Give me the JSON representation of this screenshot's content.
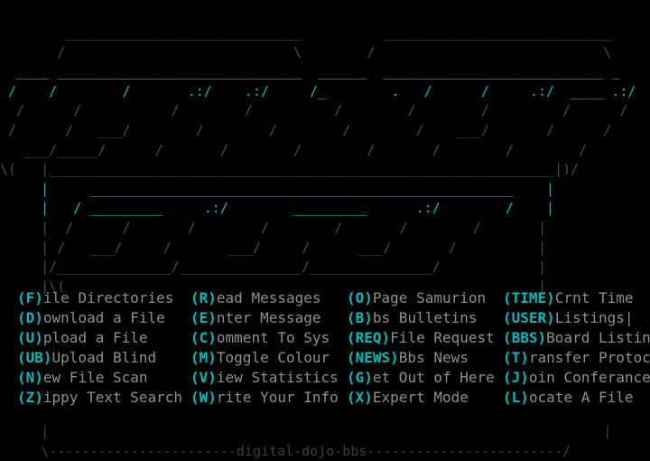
{
  "screen": {
    "title": "digital-dojo-bbs",
    "background": "#000000",
    "accent_color": "#00bcbc",
    "text_color": "#8f8f8f",
    "dim_color": "#4a4a4a"
  },
  "logo": {
    "name": "digital dojo",
    "footer_text": "digital-dojo-bbs",
    "art_lines": [
      {
        "dim": "        _____________________________          ____________________________",
        "cy": ""
      },
      {
        "dim": "       /                            \\        /                            \\",
        "cy": ""
      },
      {
        "dim": "",
        "cy": "  ____|___________________________ ______ ___________________________|____"
      },
      {
        "dim": "",
        "cy": " /    /         /        .:/   .:/  /_      .  /    /     .:/  ____   .:/"
      },
      {
        "dim": "   /    /         /        /     /        /      /    /     /      /",
        "cy": ""
      },
      {
        "dim": "  /    /   ____/        /     /        /     /    /     /  ___/  /",
        "cy": ""
      },
      {
        "dim": " /    /________/      /     /        /     /    /     /       /     /",
        "cy": ""
      }
    ]
  },
  "menu": {
    "columns": 4,
    "rows": [
      [
        {
          "key": "F",
          "label": "ile Directories"
        },
        {
          "key": "R",
          "label": "ead Messages"
        },
        {
          "key": "O",
          "label": "Page Samurion"
        },
        {
          "key": "TIME",
          "label": "Crnt Time"
        }
      ],
      [
        {
          "key": "D",
          "label": "ownload a File"
        },
        {
          "key": "E",
          "label": "nter Message"
        },
        {
          "key": "B",
          "label": "bs Bulletins"
        },
        {
          "key": "USER",
          "label": "Listings|"
        }
      ],
      [
        {
          "key": "U",
          "label": "pload a File"
        },
        {
          "key": "C",
          "label": "omment To Sys"
        },
        {
          "key": "REQ",
          "label": "File Request"
        },
        {
          "key": "BBS",
          "label": "Board Listings"
        }
      ],
      [
        {
          "key": "UB",
          "label": "Upload Blind"
        },
        {
          "key": "M",
          "label": "Toggle Colour"
        },
        {
          "key": "NEWS",
          "label": "Bbs News"
        },
        {
          "key": "T",
          "label": "ransfer Protocol"
        }
      ],
      [
        {
          "key": "N",
          "label": "ew File Scan"
        },
        {
          "key": "V",
          "label": "iew Statistics"
        },
        {
          "key": "G",
          "label": "et Out of Here"
        },
        {
          "key": "J",
          "label": "oin Conferance"
        }
      ],
      [
        {
          "key": "Z",
          "label": "ippy Text Search"
        },
        {
          "key": "W",
          "label": "rite Your Info"
        },
        {
          "key": "X",
          "label": "Expert Mode"
        },
        {
          "key": "L",
          "label": "ocate A File"
        }
      ]
    ]
  },
  "frame": {
    "left_bracket": "\\(",
    "right_bracket": "|)/",
    "bottom_left": "\\",
    "bottom_right": "/",
    "pipe": "|"
  }
}
